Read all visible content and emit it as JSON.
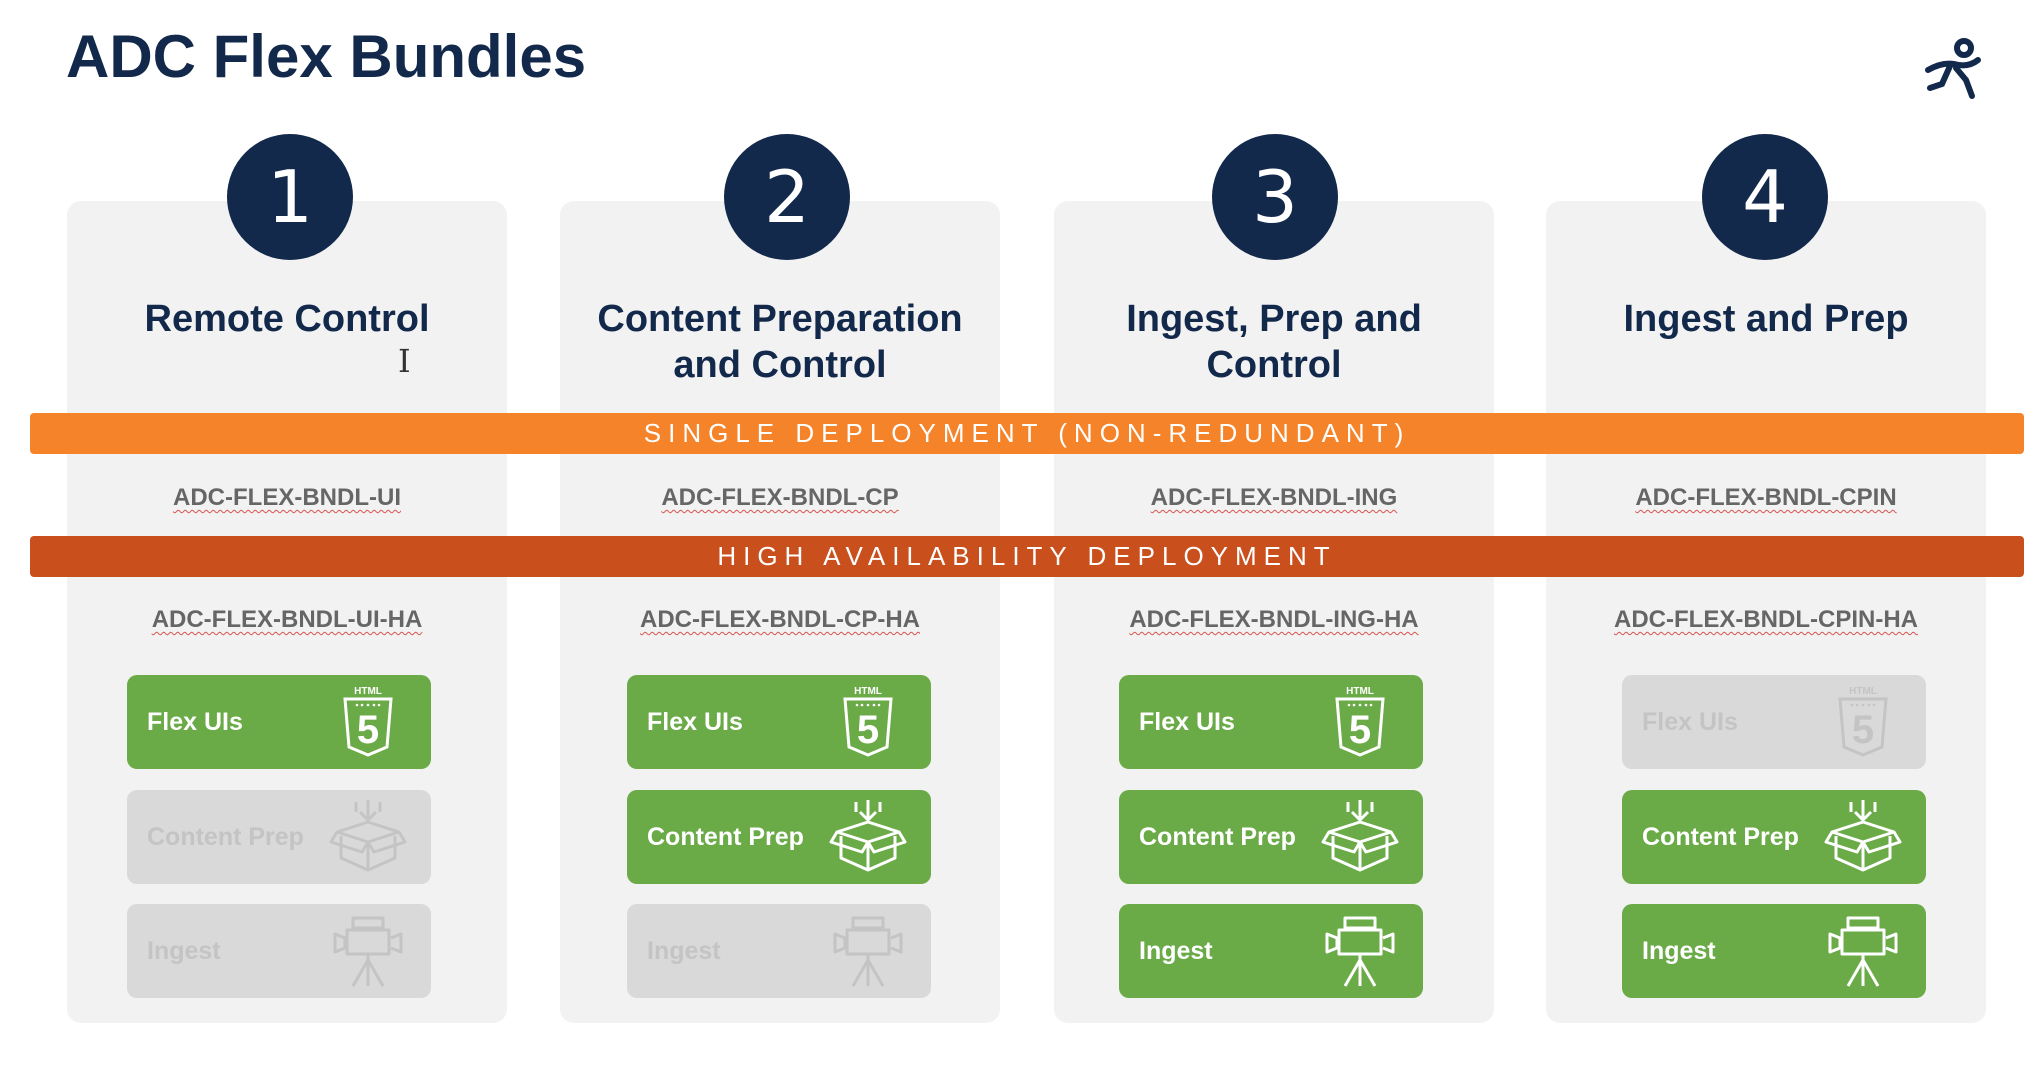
{
  "title": "ADC Flex Bundles",
  "bands": {
    "single": "SINGLE DEPLOYMENT (NON-REDUNDANT)",
    "ha": "HIGH AVAILABILITY DEPLOYMENT"
  },
  "columns": [
    {
      "number": "1",
      "heading": [
        "Remote Control",
        ""
      ],
      "sku": "ADC-FLEX-BNDL-UI",
      "sku_ha": "ADC-FLEX-BNDL-UI-HA",
      "features": [
        {
          "label": "Flex UIs",
          "icon": "html5-icon",
          "enabled": true
        },
        {
          "label": "Content Prep",
          "icon": "box-download-icon",
          "enabled": false
        },
        {
          "label": "Ingest",
          "icon": "video-camera-icon",
          "enabled": false
        }
      ]
    },
    {
      "number": "2",
      "heading": [
        "Content Preparation",
        "and Control"
      ],
      "sku": "ADC-FLEX-BNDL-CP",
      "sku_ha": "ADC-FLEX-BNDL-CP-HA",
      "features": [
        {
          "label": "Flex UIs",
          "icon": "html5-icon",
          "enabled": true
        },
        {
          "label": "Content Prep",
          "icon": "box-download-icon",
          "enabled": true
        },
        {
          "label": "Ingest",
          "icon": "video-camera-icon",
          "enabled": false
        }
      ]
    },
    {
      "number": "3",
      "heading": [
        "Ingest, Prep and",
        "Control"
      ],
      "sku": "ADC-FLEX-BNDL-ING",
      "sku_ha": "ADC-FLEX-BNDL-ING-HA",
      "features": [
        {
          "label": "Flex UIs",
          "icon": "html5-icon",
          "enabled": true
        },
        {
          "label": "Content Prep",
          "icon": "box-download-icon",
          "enabled": true
        },
        {
          "label": "Ingest",
          "icon": "video-camera-icon",
          "enabled": true
        }
      ]
    },
    {
      "number": "4",
      "heading": [
        "Ingest and Prep",
        ""
      ],
      "sku": "ADC-FLEX-BNDL-CPIN",
      "sku_ha": "ADC-FLEX-BNDL-CPIN-HA",
      "features": [
        {
          "label": "Flex UIs",
          "icon": "html5-icon",
          "enabled": false
        },
        {
          "label": "Content Prep",
          "icon": "box-download-icon",
          "enabled": true
        },
        {
          "label": "Ingest",
          "icon": "video-camera-icon",
          "enabled": true
        }
      ]
    }
  ],
  "colors": {
    "navy": "#13294b",
    "orange": "#f5832a",
    "dark_orange": "#c94f1c",
    "green": "#6aaa47",
    "disabled": "#d9d9d9"
  }
}
